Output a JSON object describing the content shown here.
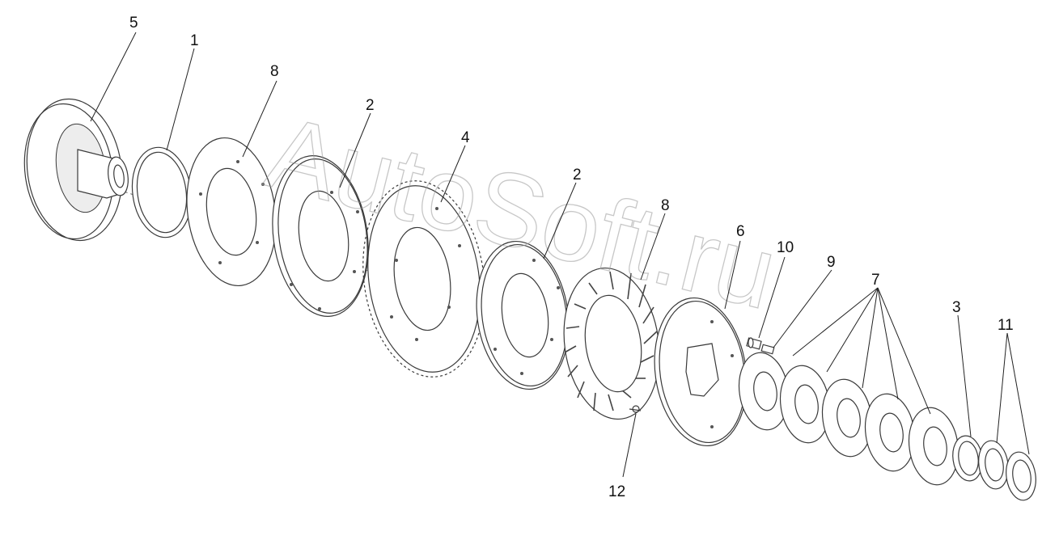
{
  "watermark": "AutoSoft.ru",
  "callouts": {
    "c5": "5",
    "c1": "1",
    "c8a": "8",
    "c2a": "2",
    "c4": "4",
    "c2b": "2",
    "c8b": "8",
    "c6": "6",
    "c10": "10",
    "c9": "9",
    "c7": "7",
    "c3": "3",
    "c11": "11",
    "c12": "12"
  }
}
